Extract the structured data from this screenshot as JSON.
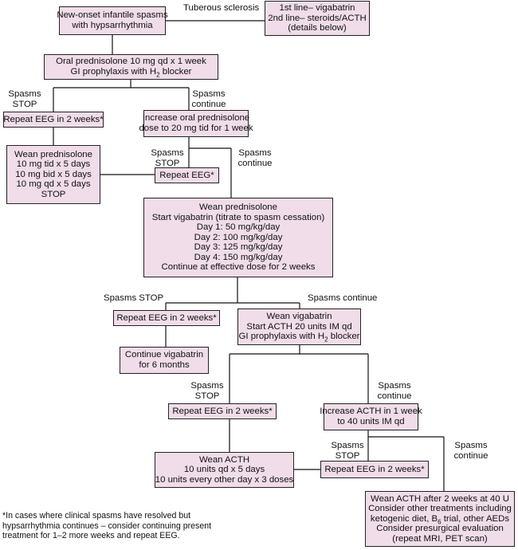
{
  "boxes": {
    "onset": [
      "New-onset infantile spasms",
      "with hypsarrhythmia"
    ],
    "line_therapy": [
      "1st line– vigabatrin",
      "2nd line– steroids/ACTH",
      "(details below)"
    ],
    "prednisolone": [
      "Oral prednisolone 10 mg qd x 1 week",
      "GI prophylaxis with H|2| blocker"
    ],
    "repeat_eeg_1": [
      "Repeat EEG in 2 weeks*"
    ],
    "increase_pred": [
      "Increase oral prednisolone",
      "dose to 20 mg tid for 1 week"
    ],
    "wean_pred_1": [
      "Wean prednisolone",
      "10 mg tid x 5 days",
      "10 mg bid x 5 days",
      "10 mg qd x 5 days",
      "STOP"
    ],
    "repeat_eeg_2": [
      "Repeat EEG*"
    ],
    "wean_pred_vigabatrin": [
      "Wean prednisolone",
      "Start vigabatrin (titrate to spasm cessation)",
      "Day 1: 50 mg/kg/day",
      "Day 2: 100 mg/kg/day",
      "Day 3: 125 mg/kg/day",
      "Day 4: 150 mg/kg/day",
      "Continue at effective dose for 2 weeks"
    ],
    "repeat_eeg_3": [
      "Repeat EEG in 2 weeks*"
    ],
    "wean_vigabatrin_acth": [
      "Wean vigabatrin",
      "Start ACTH 20 units IM qd",
      "GI prophylaxis with H|2| blocker"
    ],
    "continue_vigabatrin": [
      "Continue vigabatrin",
      "for 6 months"
    ],
    "repeat_eeg_4": [
      "Repeat EEG in 2 weeks*"
    ],
    "increase_acth": [
      "Increase ACTH in 1 week",
      "to 40 units IM qd"
    ],
    "wean_acth": [
      "Wean ACTH",
      "10 units qd x 5 days",
      "10 units every other day x 3 doses"
    ],
    "repeat_eeg_5": [
      "Repeat EEG in 2 weeks*"
    ],
    "wean_acth_40": [
      "Wean ACTH after 2 weeks at 40 U",
      "Consider other treatments including",
      "ketogenic diet, B|6| trial, other AEDs",
      "Consider presurgical evaluation",
      "(repeat MRI, PET scan)"
    ]
  },
  "labels": {
    "tuberous": "Tuberous sclerosis",
    "stop_1": [
      "Spasms",
      "STOP"
    ],
    "continue_1": [
      "Spasms",
      "continue"
    ],
    "stop_2": [
      "Spasms",
      "STOP"
    ],
    "continue_2": [
      "Spasms",
      "continue"
    ],
    "stop_3": "Spasms STOP",
    "continue_3": "Spasms continue",
    "stop_4": [
      "Spasms",
      "STOP"
    ],
    "continue_4": [
      "Spasms",
      "continue"
    ],
    "stop_5": [
      "Spasms",
      "STOP"
    ],
    "continue_5": [
      "Spasms",
      "continue"
    ]
  },
  "footnote": [
    "*In cases where clinical spasms have resolved but",
    "hypsarrhythmia continues – consider continuing present",
    "treatment for 1–2 more weeks and repeat EEG."
  ]
}
